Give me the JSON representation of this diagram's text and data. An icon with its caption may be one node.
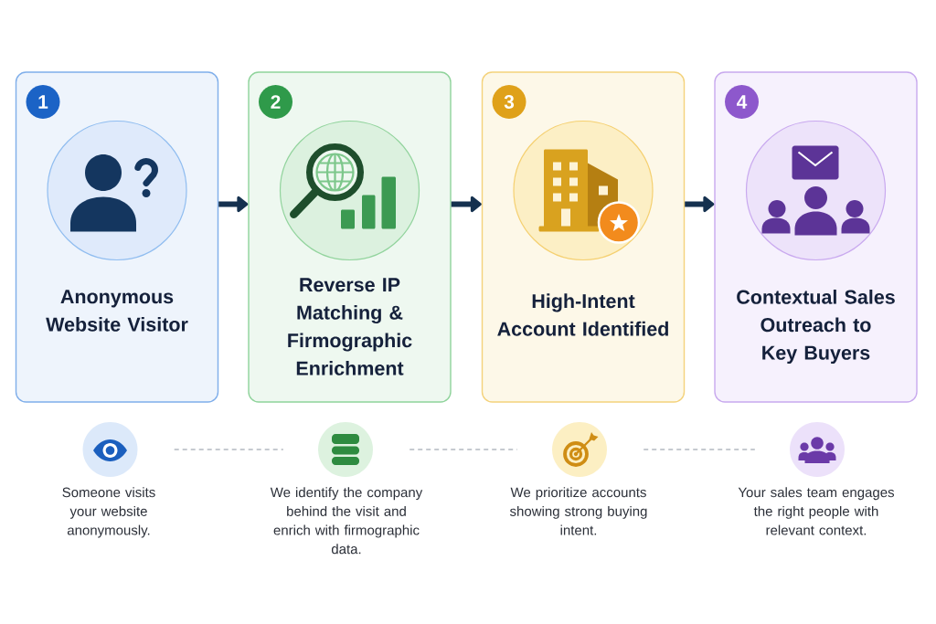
{
  "diagram": {
    "nodes": [
      {
        "text": [
          "Anonymous Website Visitor"
        ]
      },
      {
        "text": [
          "1"
        ],
        "in": 0
      },
      {
        "text": [
          "Reverse IP Matching & Firmographic Enrichment"
        ]
      },
      {
        "text": [
          "2"
        ],
        "in": 2
      },
      {
        "text": [
          "High-Intent Account Identified"
        ]
      },
      {
        "text": [
          "3"
        ],
        "in": 4
      },
      {
        "text": [
          "Contextual Sales Outreach to Key Buyers"
        ]
      },
      {
        "text": [
          "4"
        ],
        "in": 6
      },
      {
        "text": [],
        "shape": "circle",
        "beside": [
          "Someone visits your website anonymously."
        ]
      },
      {
        "text": [],
        "shape": "circle",
        "beside": [
          "We identify the company behind the visit and enrich with firmographic data."
        ]
      },
      {
        "text": [],
        "shape": "circle",
        "beside": [
          "We prioritize accounts showing strong buying intent."
        ]
      },
      {
        "text": [],
        "shape": "circle",
        "beside": [
          "Your sales team engages the right people with relevant context."
        ]
      }
    ],
    "edges": [
      {
        "from": 0,
        "to": 2,
        "arrow": "to",
        "style": "thick"
      },
      {
        "from": 2,
        "to": 4,
        "arrow": "to",
        "style": "thick"
      },
      {
        "from": 4,
        "to": 6,
        "arrow": "to",
        "style": "thick"
      },
      {
        "from": 8,
        "to": 9,
        "arrow": "none",
        "style": "dashed",
        "color": "#c6cad0"
      },
      {
        "from": 9,
        "to": 10,
        "arrow": "none",
        "style": "dashed",
        "color": "#c6cad0"
      },
      {
        "from": 10,
        "to": 11,
        "arrow": "none",
        "style": "dashed",
        "color": "#c6cad0"
      }
    ]
  }
}
